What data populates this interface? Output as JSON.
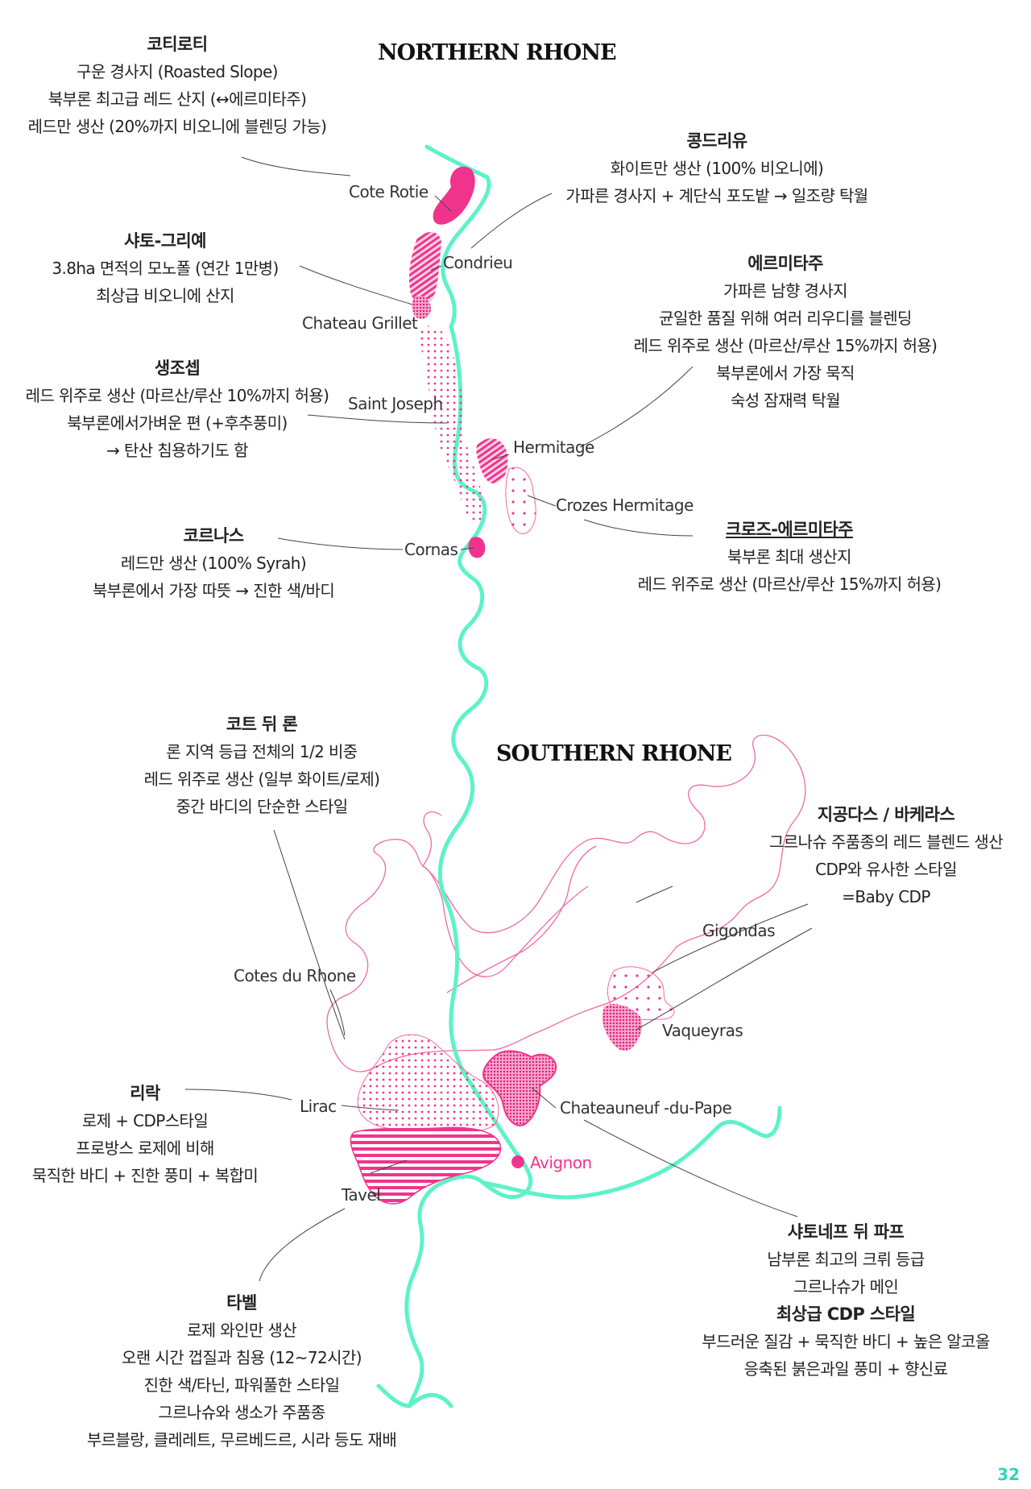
{
  "titles": {
    "north": "NORTHERN RHONE",
    "south": "SOUTHERN RHONE"
  },
  "map_labels": {
    "cote_rotie": "Cote Rotie",
    "condrieu": "Condrieu",
    "chateau_grillet": "Chateau Grillet",
    "saint_joseph": "Saint Joseph",
    "hermitage": "Hermitage",
    "crozes_hermitage": "Crozes Hermitage",
    "cornas": "Cornas",
    "cotes_du_rhone": "Cotes du Rhone",
    "gigondas": "Gigondas",
    "vaqueyras": "Vaqueyras",
    "lirac": "Lirac",
    "tavel": "Tavel",
    "chateauneuf": "Chateauneuf -du-Pape",
    "avignon": "Avignon"
  },
  "notes": {
    "cote_rotie": {
      "title": "코티로티",
      "lines": [
        "구운 경사지 (Roasted Slope)",
        "북부론 최고급 레드 산지 (↔에르미타주)",
        "레드만 생산 (20%까지 비오니에 블렌딩 가능)"
      ]
    },
    "condrieu": {
      "title": "콩드리유",
      "lines": [
        "화이트만 생산 (100% 비오니에)",
        "가파른 경사지 + 계단식 포도밭 → 일조량 탁월"
      ]
    },
    "chateau_grillet": {
      "title": "샤토-그리예",
      "lines": [
        "3.8ha 면적의 모노폴 (연간 1만병)",
        "최상급 비오니에 산지"
      ]
    },
    "hermitage": {
      "title": "에르미타주",
      "lines": [
        "가파른 남향 경사지",
        "균일한 품질 위해 여러 리우디를 블렌딩",
        "레드 위주로 생산 (마르산/루산 15%까지 허용)",
        "북부론에서 가장 묵직",
        "숙성 잠재력 탁월"
      ]
    },
    "saint_joseph": {
      "title": "생조셉",
      "lines": [
        "레드 위주로 생산 (마르산/루산 10%까지 허용)",
        "북부론에서가벼운 편 (+후추풍미)",
        "→ 탄산 침용하기도 함"
      ]
    },
    "cornas": {
      "title": "코르나스",
      "lines": [
        "레드만 생산 (100% Syrah)",
        "북부론에서 가장 따뜻 → 진한 색/바디"
      ]
    },
    "crozes": {
      "title": "크로즈-에르미타주",
      "lines": [
        "북부론 최대 생산지",
        "레드 위주로 생산 (마르산/루산 15%까지 허용)"
      ]
    },
    "cotes_du_rhone": {
      "title": "코트 뒤 론",
      "lines": [
        "론 지역 등급 전체의 1/2 비중",
        "레드 위주로 생산 (일부 화이트/로제)",
        "중간 바디의 단순한 스타일"
      ]
    },
    "gigondas": {
      "title": "지공다스 / 바케라스",
      "lines": [
        "그르나슈 주품종의 레드 블렌드 생산",
        "CDP와 유사한 스타일",
        "=Baby CDP"
      ]
    },
    "lirac": {
      "title": "리락",
      "lines": [
        "로제 + CDP스타일",
        "프로방스 로제에 비해",
        "묵직한 바디 + 진한 풍미 + 복합미"
      ]
    },
    "tavel": {
      "title": "타벨",
      "lines": [
        "로제 와인만 생산",
        "오랜 시간 껍질과 침용 (12~72시간)",
        "진한 색/타닌, 파워풀한 스타일",
        "그르나슈와 생소가 주품종",
        "부르블랑, 클레레트, 무르베드르, 시라 등도 재배"
      ]
    },
    "chateauneuf": {
      "title": "샤토네프 뒤 파프",
      "lines": [
        "남부론 최고의 크뤼 등급",
        "그르나슈가 메인"
      ],
      "title2": "최상급 CDP 스타일",
      "lines2": [
        "부드러운 질감 + 묵직한 바디 + 높은 알코올",
        "응축된 붉은과일 풍미 + 향신료"
      ]
    }
  },
  "page_number": "32",
  "colors": {
    "river": "#5df2c8",
    "accent": "#f0348e",
    "outline": "#f06aa0"
  }
}
